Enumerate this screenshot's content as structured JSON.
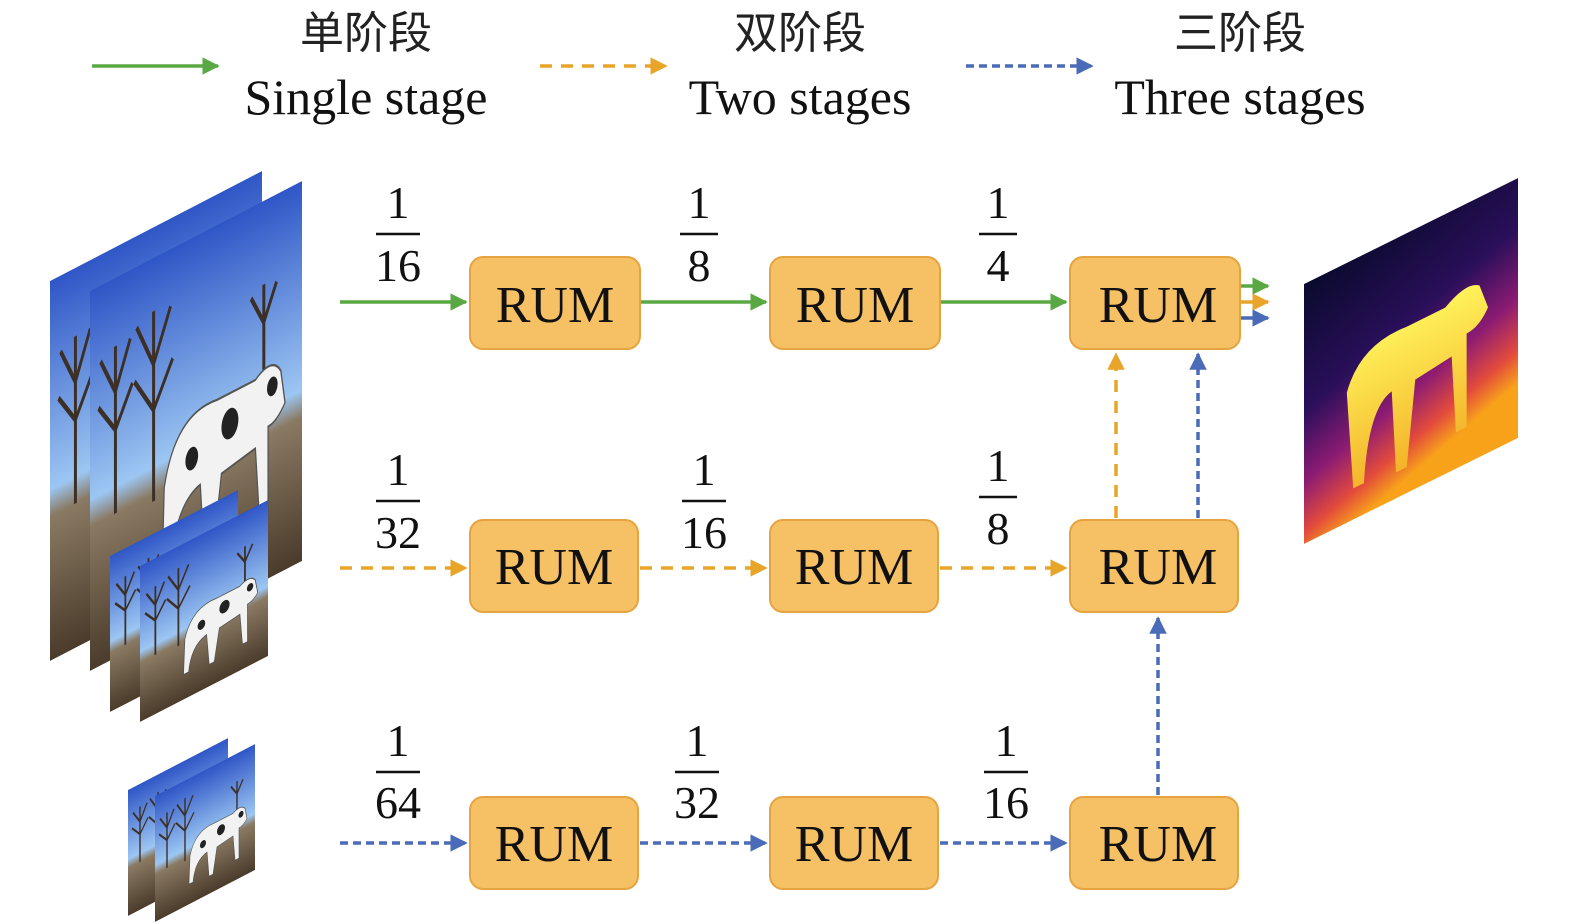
{
  "legend": {
    "single": {
      "cn": "单阶段",
      "en": "Single stage",
      "color": "#5aa843"
    },
    "two": {
      "cn": "双阶段",
      "en": "Two stages",
      "color": "#e8a52a"
    },
    "three": {
      "cn": "三阶段",
      "en": "Three stages",
      "color": "#4a6bb8"
    }
  },
  "module_label": "RUM",
  "rows": [
    {
      "scales": [
        {
          "num": "1",
          "den": "16"
        },
        {
          "num": "1",
          "den": "8"
        },
        {
          "num": "1",
          "den": "4"
        }
      ]
    },
    {
      "scales": [
        {
          "num": "1",
          "den": "32"
        },
        {
          "num": "1",
          "den": "16"
        },
        {
          "num": "1",
          "den": "8"
        }
      ]
    },
    {
      "scales": [
        {
          "num": "1",
          "den": "64"
        },
        {
          "num": "1",
          "den": "32"
        },
        {
          "num": "1",
          "den": "16"
        }
      ]
    }
  ],
  "colors": {
    "rum_fill": "#f6c064",
    "rum_stroke": "#e6a440"
  },
  "images": {
    "input": "cow-photo-icon",
    "output": "depth-map-icon"
  }
}
